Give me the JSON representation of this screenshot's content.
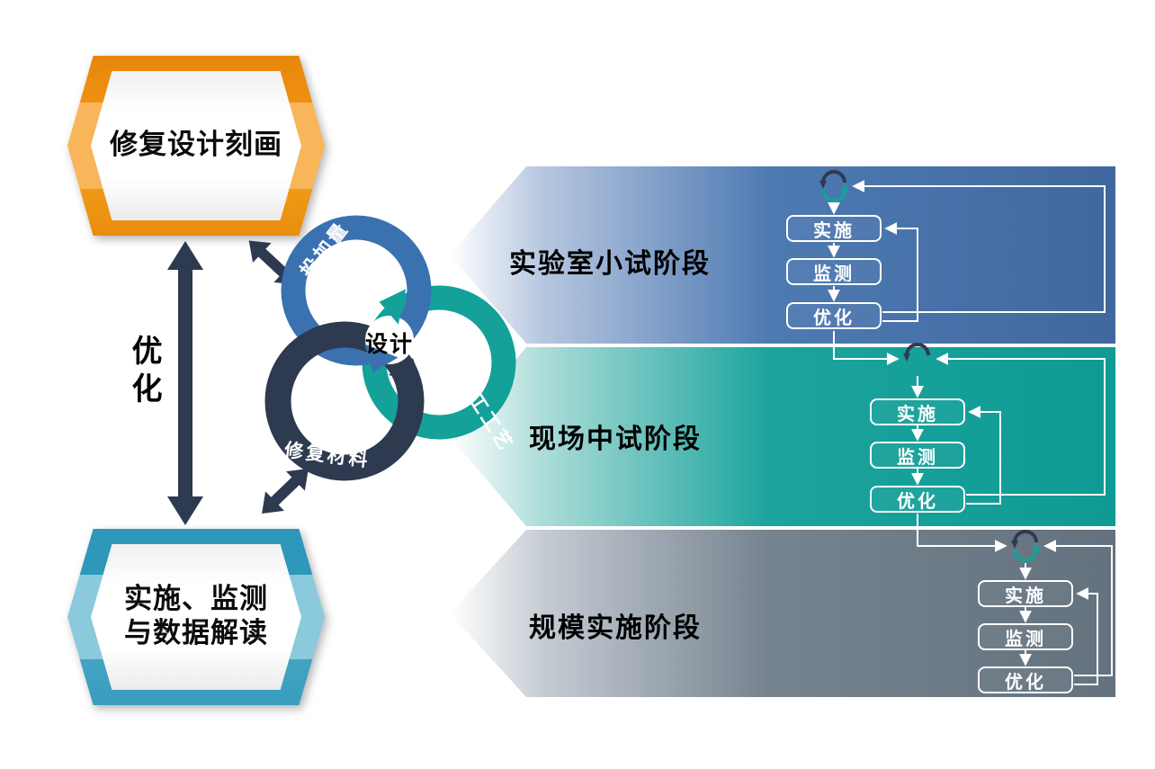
{
  "left_column": {
    "design_hexagon": {
      "label": "修复设计刻画"
    },
    "implement_hexagon": {
      "lines": [
        "实施、监测",
        "与数据解读"
      ]
    },
    "optimize_arrow_label": "优化"
  },
  "design_cycle": {
    "center_label": "设计",
    "factors": [
      {
        "label": "投加量",
        "color": "#3a72b0"
      },
      {
        "label": "施工工艺",
        "color": "#13a19a"
      },
      {
        "label": "修复材料",
        "color": "#2d3a50"
      }
    ]
  },
  "stages": [
    {
      "title": "实验室小试阶段",
      "band_color": "#4e7ab2",
      "steps": [
        "实施",
        "监测",
        "优化"
      ]
    },
    {
      "title": "现场中试阶段",
      "band_color": "#1ba49d",
      "steps": [
        "实施",
        "监测",
        "优化"
      ]
    },
    {
      "title": "规模实施阶段",
      "band_color": "#75838f",
      "steps": [
        "实施",
        "监测",
        "优化"
      ]
    }
  ],
  "icons": {
    "stage_loop": "cycle-sync-icon"
  },
  "colors": {
    "orange_hexagon": "#f8b55a",
    "blue_hexagon": "#8bc9dc",
    "dark_navy": "#2d3a50",
    "circle_blue": "#3a72b0",
    "circle_teal": "#13a19a",
    "band_blue": "#4e7ab2",
    "band_teal": "#1ba49d",
    "band_gray": "#75838f"
  }
}
